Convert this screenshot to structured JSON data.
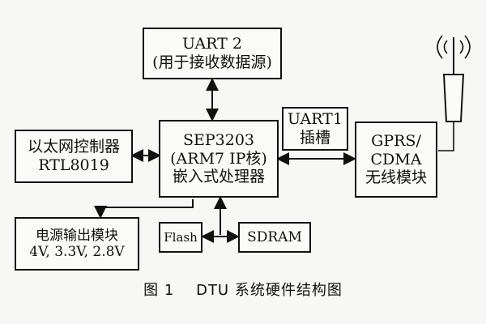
{
  "blocks": {
    "uart2": {
      "line1": "UART 2",
      "line2": "(用于接收数据源)"
    },
    "ethernet": {
      "line1": "以太网控制器",
      "line2": "RTL8019"
    },
    "cpu": {
      "line1": "SEP3203",
      "line2": "(ARM7 IP核)",
      "line3": "嵌入式处理器"
    },
    "uart1_slot": {
      "line1": "UART1",
      "line2": "插槽"
    },
    "gprs": {
      "line1": "GPRS/",
      "line2": "CDMA",
      "line3": "无线模块"
    },
    "power": {
      "line1": "电源输出模块",
      "line2": "4V, 3.3V, 2.8V"
    },
    "flash": {
      "label": "Flash"
    },
    "sdram": {
      "label": "SDRAM"
    }
  },
  "caption": {
    "figure": "图 1",
    "title": "DTU 系统硬件结构图"
  },
  "icons": {
    "antenna": "antenna-icon"
  }
}
